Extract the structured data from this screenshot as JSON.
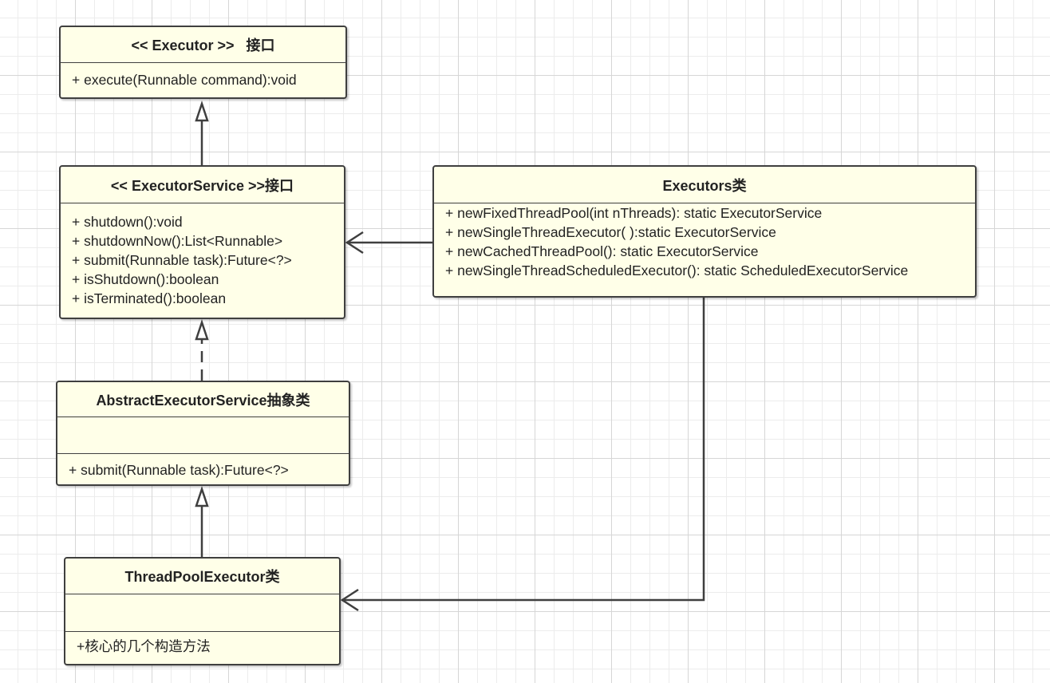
{
  "diagram": {
    "executor": {
      "title": "<< Executor >>   接口",
      "methods": [
        "+ execute(Runnable command):void"
      ]
    },
    "executor_service": {
      "title": "<< ExecutorService >>接口",
      "methods": [
        "+ shutdown():void",
        "+ shutdownNow():List<Runnable>",
        "+ submit(Runnable task):Future<?>",
        "+ isShutdown():boolean",
        "+ isTerminated():boolean"
      ]
    },
    "executors": {
      "title": "Executors类",
      "methods": [
        "+ newFixedThreadPool(int nThreads): static ExecutorService",
        "+ newSingleThreadExecutor( ):static ExecutorService",
        "+ newCachedThreadPool(): static ExecutorService",
        "+ newSingleThreadScheduledExecutor(): static ScheduledExecutorService"
      ]
    },
    "abstract_executor_service": {
      "title": "AbstractExecutorService抽象类",
      "fields": [],
      "methods": [
        "+ submit(Runnable task):Future<?>"
      ]
    },
    "thread_pool_executor": {
      "title": "ThreadPoolExecutor类",
      "fields": [],
      "methods": [
        "+核心的几个构造方法"
      ]
    },
    "relations": [
      {
        "from": "executor_service",
        "to": "executor",
        "kind": "generalization"
      },
      {
        "from": "abstract_executor_service",
        "to": "executor_service",
        "kind": "realization"
      },
      {
        "from": "thread_pool_executor",
        "to": "abstract_executor_service",
        "kind": "generalization"
      },
      {
        "from": "executors",
        "to": "executor_service",
        "kind": "association"
      },
      {
        "from": "executors",
        "to": "thread_pool_executor",
        "kind": "association"
      }
    ],
    "colors": {
      "box_fill": "#ffffe8",
      "box_border": "#3f3f3f",
      "line": "#3f3f3f",
      "grid": "#d6d6d6"
    }
  }
}
